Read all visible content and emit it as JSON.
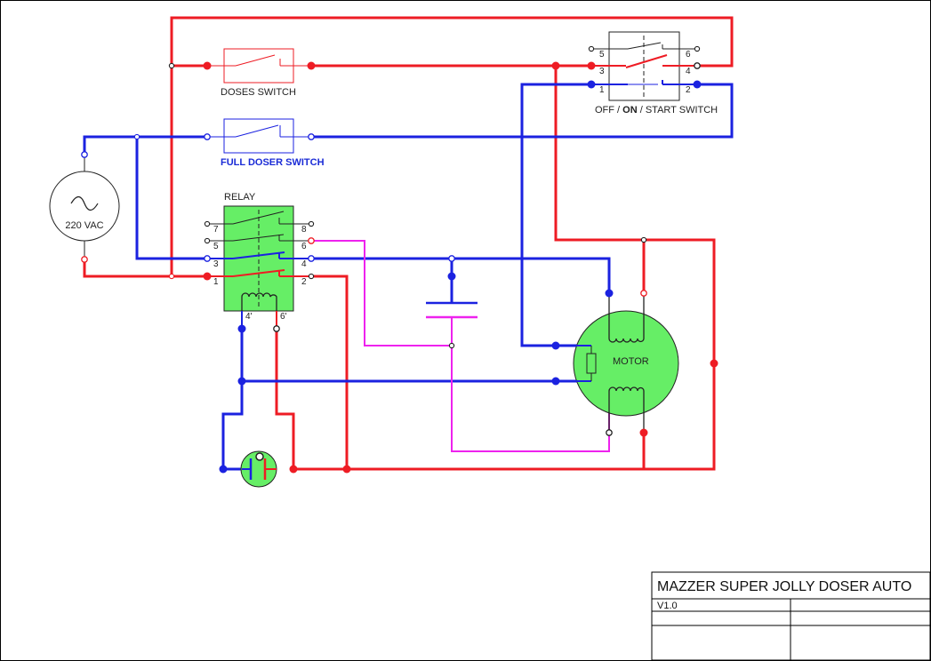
{
  "colors": {
    "line_phase": "#ee1c24",
    "line_neutral": "#1b22e0",
    "line_signal": "#ee22ee",
    "component_fill": "#66ee66",
    "outline": "#222222"
  },
  "labels": {
    "source": "220 VAC",
    "doses_switch": "DOSES SWITCH",
    "full_doser_switch": "FULL DOSER SWITCH",
    "relay": "RELAY",
    "off_on_start_switch": {
      "pre": "OFF / ",
      "bold": "ON",
      "post": " / START SWITCH"
    },
    "motor": "MOTOR"
  },
  "relay_pins": {
    "left": [
      "7",
      "5",
      "3",
      "1"
    ],
    "right": [
      "8",
      "6",
      "4",
      "2"
    ],
    "coil": [
      "4'",
      "6'"
    ]
  },
  "start_switch_pins": {
    "left": [
      "5",
      "3",
      "1"
    ],
    "right": [
      "6",
      "4",
      "2"
    ]
  },
  "title_block": {
    "title": "MAZZER SUPER JOLLY DOSER AUTO",
    "version": "V1.0"
  }
}
